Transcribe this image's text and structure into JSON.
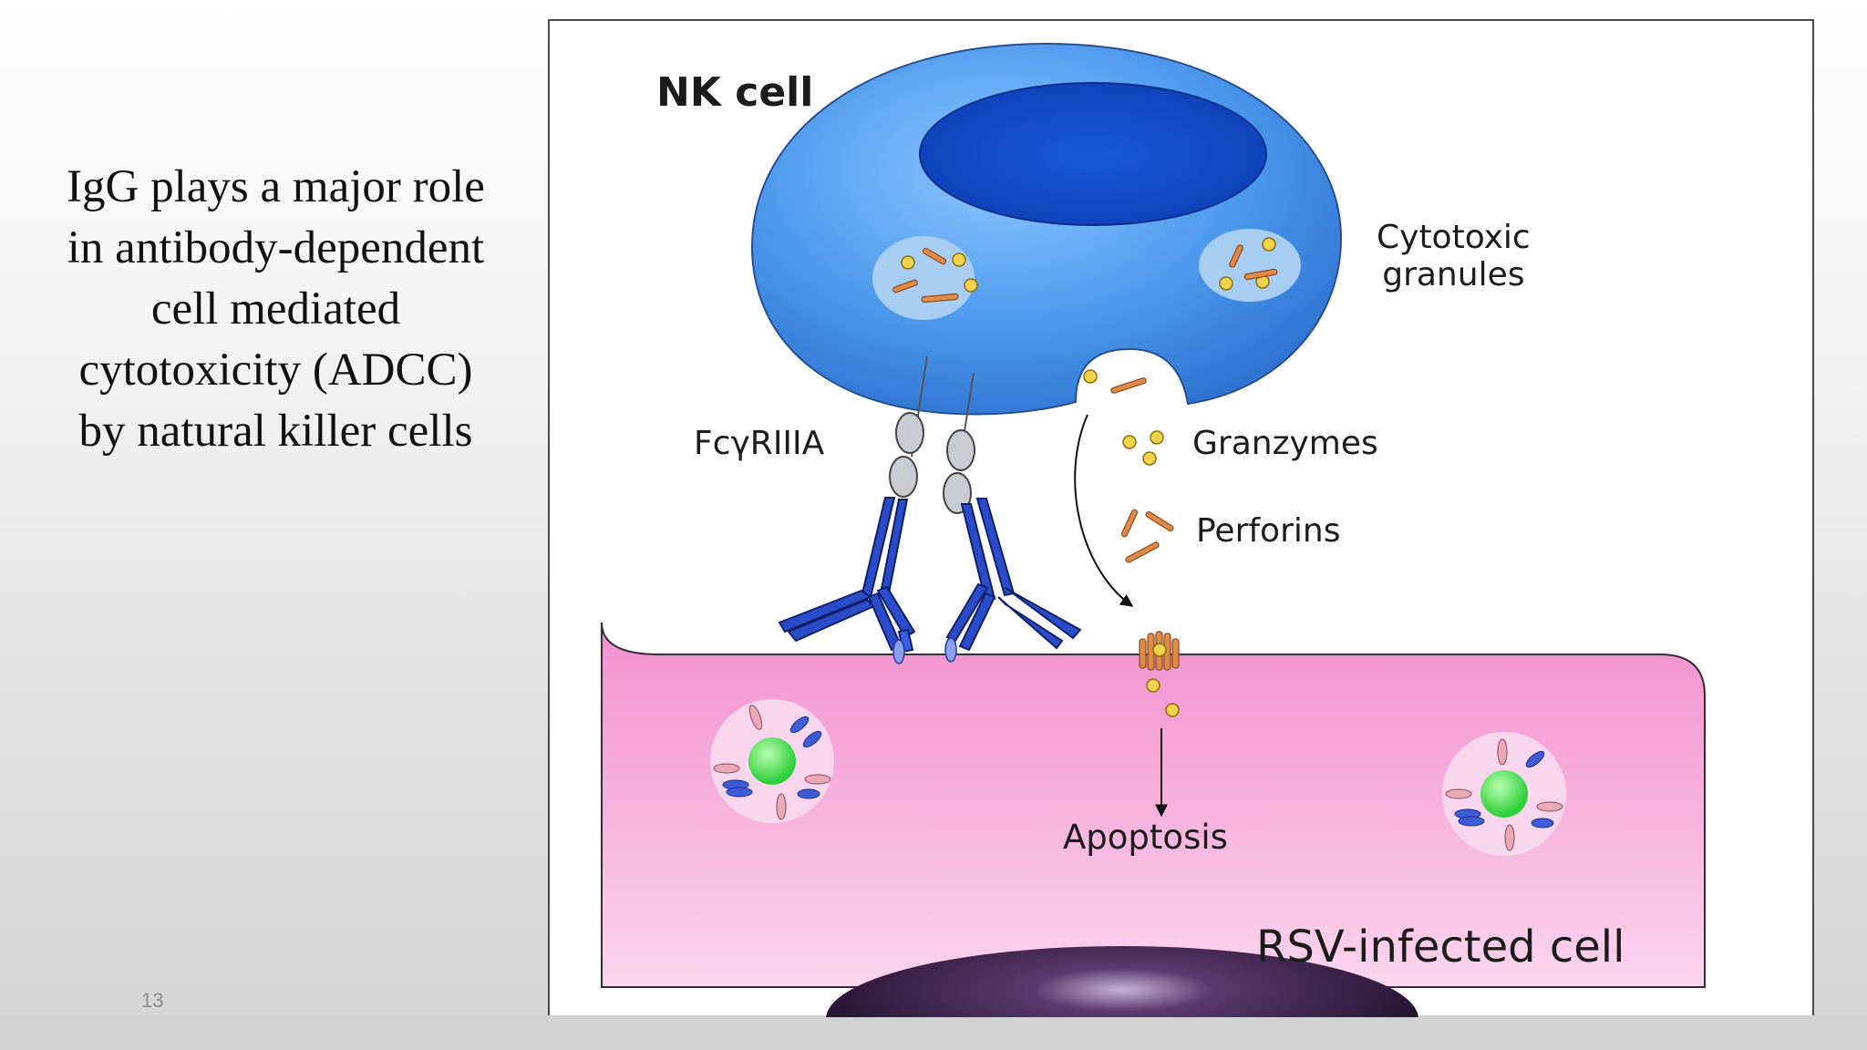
{
  "slide": {
    "text_lines": [
      "IgG plays a major role",
      "in antibody-dependent",
      "cell mediated",
      "cytotoxicity (ADCC)",
      "by natural killer cells"
    ],
    "page_number": "13"
  },
  "figure": {
    "labels": {
      "nk_cell": "NK cell",
      "cytotoxic_line1": "Cytotoxic",
      "cytotoxic_line2": "granules",
      "fc_receptor": "FcγRIIIA",
      "granzymes": "Granzymes",
      "perforins": "Perforins",
      "apoptosis": "Apoptosis",
      "infected_cell": "RSV-infected cell"
    },
    "colors": {
      "nk_cell": "#3d8ee6",
      "nucleus": "#1550d0",
      "infected_cell": "#f4a6d6",
      "antibody": "#2a4cc8",
      "granzyme": "#f2d24a",
      "perforin": "#e08a4a",
      "virus": "#44dd44"
    }
  }
}
